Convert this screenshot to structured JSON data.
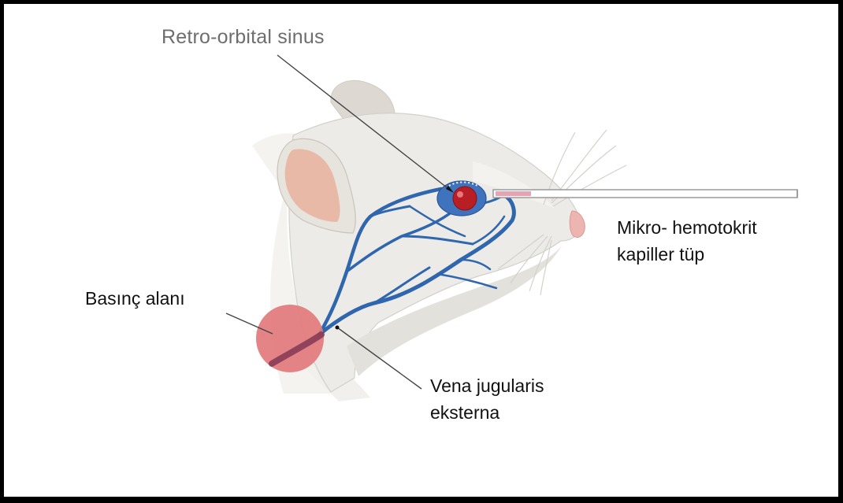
{
  "labels": {
    "retro_orbital": "Retro-orbital sinus",
    "tube_line1": "Mikro- hemotokrit",
    "tube_line2": "kapiller tüp",
    "pressure_area": "Basınç alanı",
    "vena_line1": "Vena jugularis",
    "vena_line2": "eksterna"
  },
  "colors": {
    "vein": "#2f66ad",
    "eye_socket": "#3f73bd",
    "eye": "#b81f24",
    "pressure_circle": "#e2797c",
    "ear_inner": "#e9b9a8",
    "nose": "#ecb5b0",
    "fur": "#ecebe7",
    "capillary_tip": "#e9a2b1",
    "frame": "#000000"
  }
}
